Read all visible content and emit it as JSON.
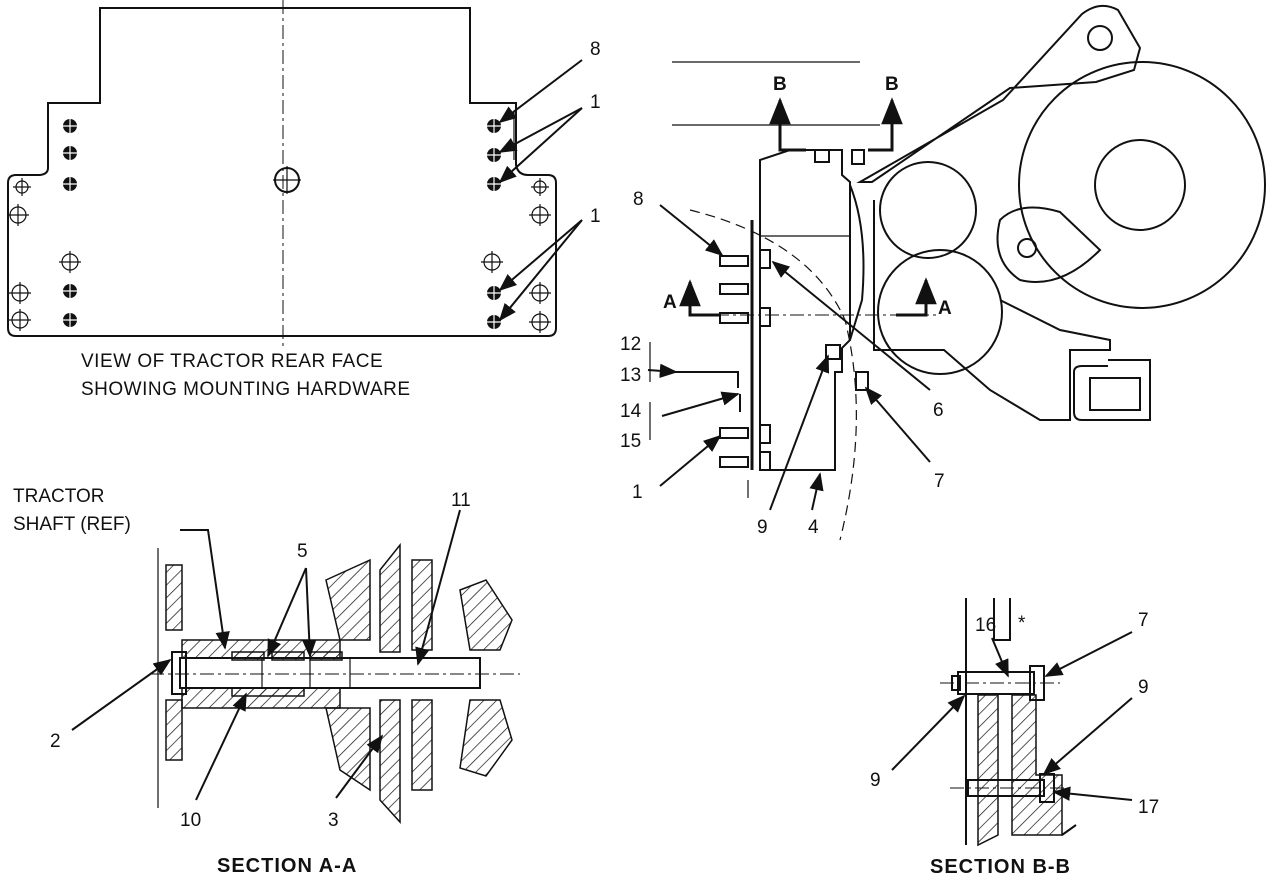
{
  "rear_face_view": {
    "caption_line1": "VIEW OF TRACTOR REAR FACE",
    "caption_line2": "SHOWING MOUNTING HARDWARE",
    "callouts": [
      "8",
      "1",
      "1"
    ]
  },
  "side_view": {
    "section_marks": [
      "B",
      "B",
      "A",
      "A"
    ],
    "callouts": [
      "8",
      "12",
      "13",
      "14",
      "15",
      "1",
      "9",
      "4",
      "6",
      "7"
    ]
  },
  "section_aa": {
    "title": "SECTION A-A",
    "ref_label_line1": "TRACTOR",
    "ref_label_line2": "SHAFT (REF)",
    "callouts": [
      "5",
      "11",
      "2",
      "10",
      "3"
    ]
  },
  "section_bb": {
    "title": "SECTION B-B",
    "callouts": [
      "16",
      "*",
      "7",
      "9",
      "9",
      "17"
    ]
  }
}
